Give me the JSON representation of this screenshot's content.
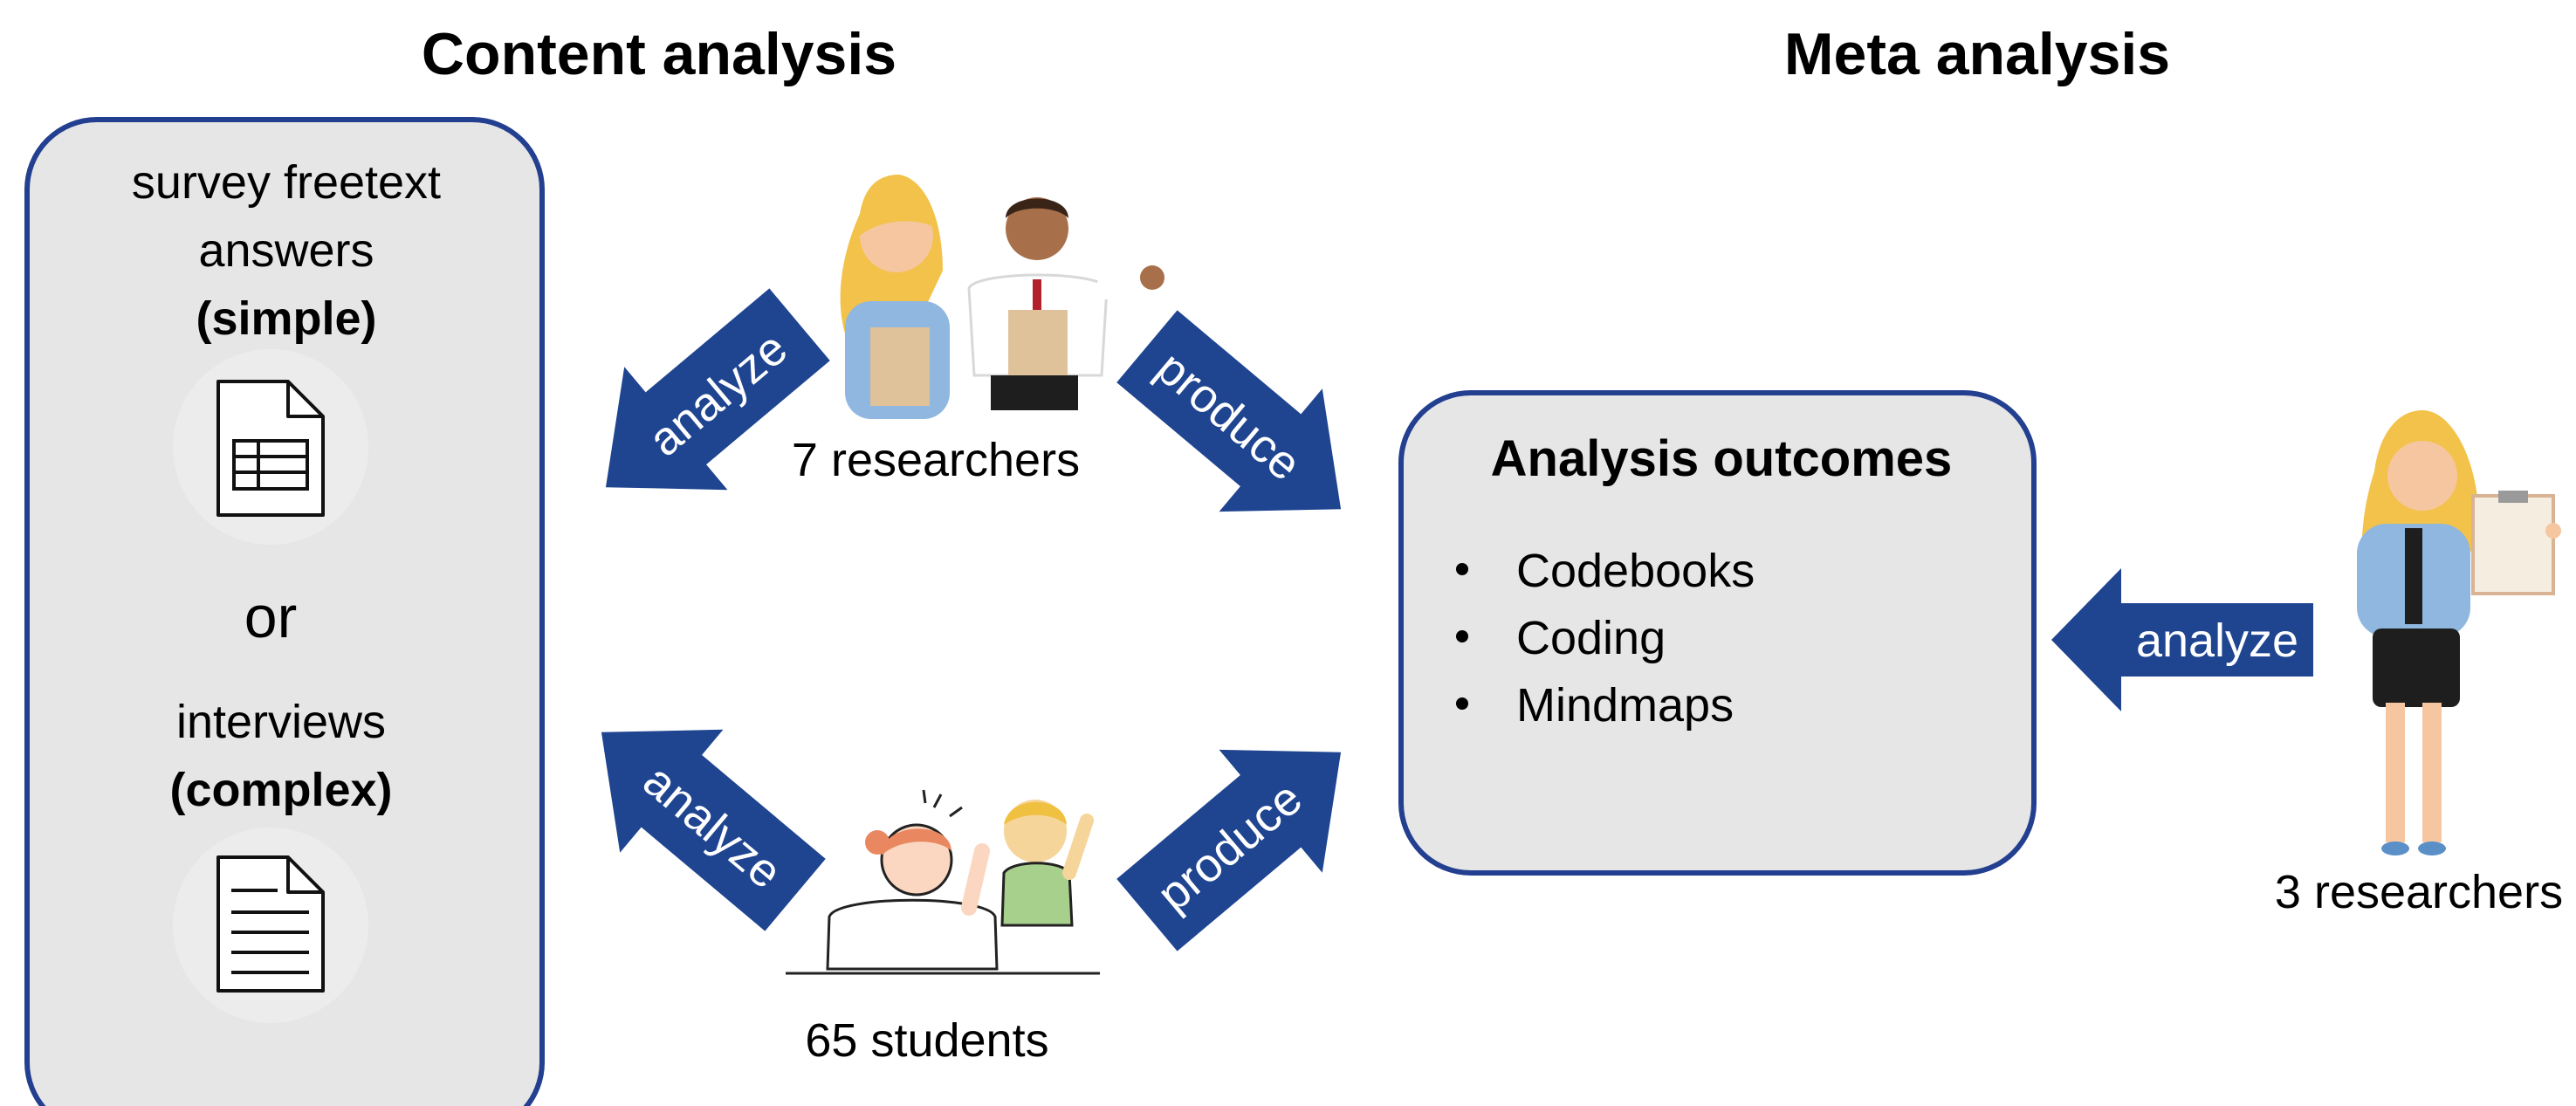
{
  "headings": {
    "content": "Content analysis",
    "meta": "Meta analysis"
  },
  "sources": {
    "survey_line1": "survey freetext",
    "survey_line2": "answers",
    "survey_tag": "(simple)",
    "or": "or",
    "interviews": "interviews",
    "interviews_tag": "(complex)"
  },
  "groups": {
    "researchers_top": "7 researchers",
    "students": "65 students",
    "researchers_right": "3 researchers"
  },
  "arrows": {
    "analyze_top": "analyze",
    "produce_top": "produce",
    "analyze_bottom": "analyze",
    "produce_bottom": "produce",
    "analyze_right": "analyze"
  },
  "outcomes": {
    "title": "Analysis outcomes",
    "items": [
      "Codebooks",
      "Coding",
      "Mindmaps"
    ]
  },
  "colors": {
    "arrow": "#1f4591",
    "box_fill": "#e6e6e6",
    "box_border": "#233f8f"
  }
}
